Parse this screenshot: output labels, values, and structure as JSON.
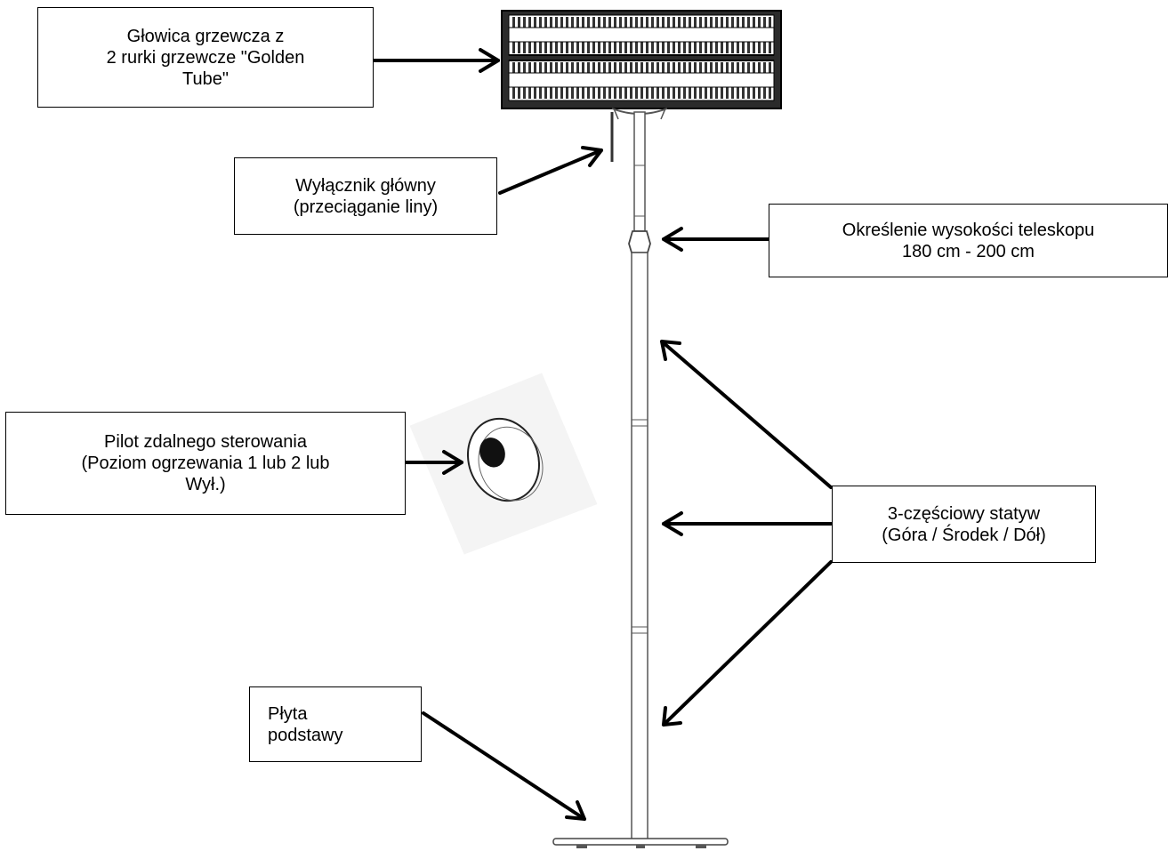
{
  "labels": {
    "heating_head": {
      "lines": [
        "Głowica grzewcza z",
        "2 rurki grzewcze \"Golden",
        "Tube\""
      ]
    },
    "main_switch": {
      "lines": [
        "Wyłącznik główny",
        "(przeciąganie liny)"
      ]
    },
    "telescope_height": {
      "lines": [
        "Określenie wysokości teleskopu",
        "180 cm - 200 cm"
      ]
    },
    "remote_control": {
      "lines": [
        "Pilot zdalnego sterowania",
        "(Poziom ogrzewania 1 lub 2 lub",
        "Wył.)"
      ]
    },
    "tripod": {
      "lines": [
        "3-częściowy statyw",
        "(Góra / Środek / Dół)"
      ]
    },
    "base_plate": {
      "lines": [
        "Płyta",
        "podstawy"
      ]
    }
  },
  "colors": {
    "line": "#000000",
    "drawing": "#555555",
    "heater_body": "#2b2b2b"
  }
}
